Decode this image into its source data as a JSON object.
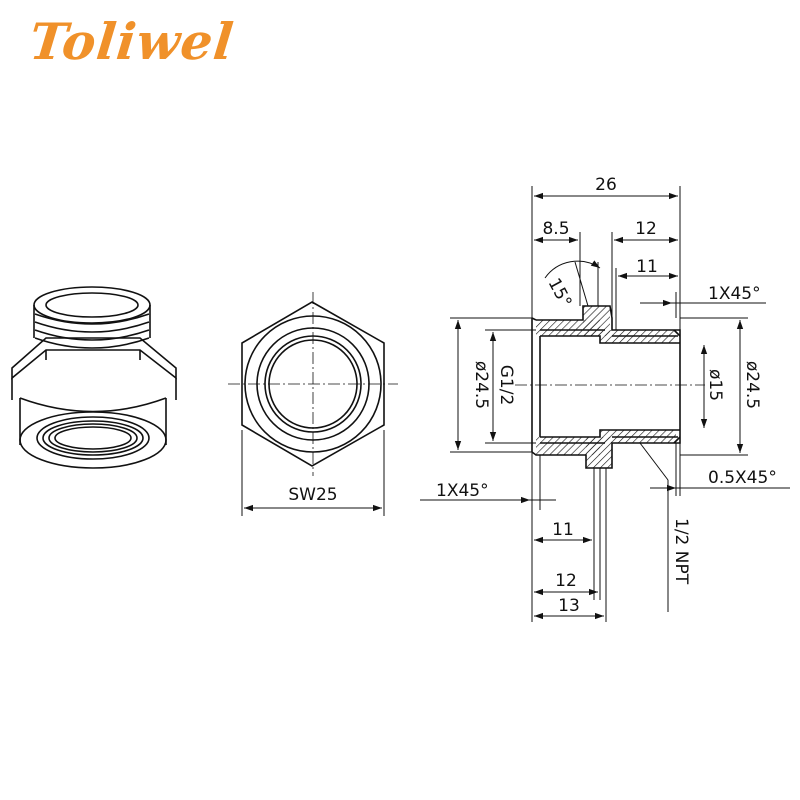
{
  "brand": {
    "name": "Toliwel",
    "color": "#f0912a"
  },
  "drawing": {
    "hex_view": {
      "across_flats_label": "SW25"
    },
    "section_view": {
      "overall_length": "26",
      "flange_left": "8.5",
      "right_section": "12",
      "right_thread": "11",
      "chamfer_angle": "15°",
      "chamfer_top_right": "1X45°",
      "left_diameter": "ø24.5",
      "left_thread": "G1/2",
      "right_bore": "ø15",
      "right_diameter": "ø24.5",
      "chamfer_bottom_right": "0.5X45°",
      "chamfer_bottom_left": "1X45°",
      "left_thread_len": "11",
      "left_len_12": "12",
      "left_len_13": "13",
      "right_thread_callout": "1/2 NPT"
    }
  }
}
